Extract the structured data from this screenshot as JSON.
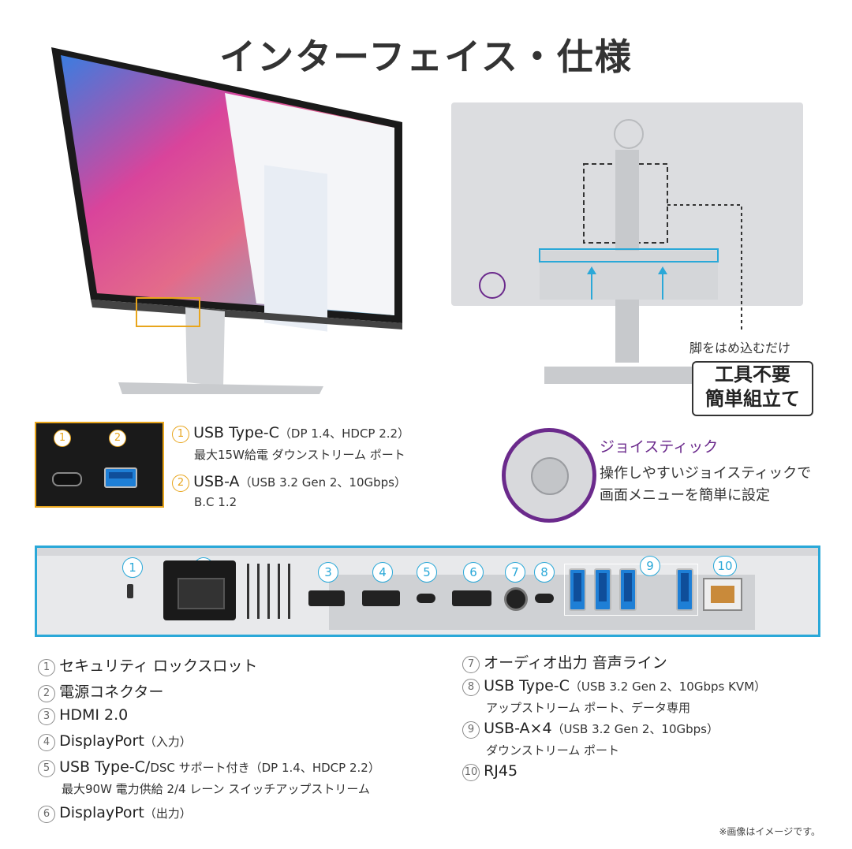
{
  "title": "インターフェイス・仕様",
  "assembly": {
    "caption": "脚をはめ込むだけ",
    "badge_line1": "工具不要",
    "badge_line2": "簡単組立て"
  },
  "front_ports": [
    {
      "num": "1",
      "name": "USB Type-C",
      "detail": "（DP 1.4、HDCP 2.2）",
      "sub": "最大15W給電 ダウンストリーム ポート"
    },
    {
      "num": "2",
      "name": "USB-A",
      "detail": "（USB 3.2 Gen 2、10Gbps）",
      "sub": "B.C 1.2"
    }
  ],
  "joystick": {
    "title": "ジョイスティック",
    "line1": "操作しやすいジョイスティックで",
    "line2": "画面メニューを簡単に設定"
  },
  "rear_panel_labels": [
    "1",
    "2",
    "3",
    "4",
    "5",
    "6",
    "7",
    "8",
    "9",
    "10"
  ],
  "specs_left": [
    {
      "num": "1",
      "name": "セキュリティ ロックスロット",
      "detail": "",
      "sub": ""
    },
    {
      "num": "2",
      "name": "電源コネクター",
      "detail": "",
      "sub": ""
    },
    {
      "num": "3",
      "name": "HDMI 2.0",
      "detail": "",
      "sub": ""
    },
    {
      "num": "4",
      "name": "DisplayPort",
      "detail": "（入力）",
      "sub": ""
    },
    {
      "num": "5",
      "name": "USB Type-C/",
      "detail": "DSC サポート付き（DP 1.4、HDCP 2.2）",
      "sub": "最大90W 電力供給 2/4 レーン スイッチアップストリーム"
    },
    {
      "num": "6",
      "name": "DisplayPort",
      "detail": "（出力）",
      "sub": ""
    }
  ],
  "specs_right": [
    {
      "num": "7",
      "name": "オーディオ出力 音声ライン",
      "detail": "",
      "sub": ""
    },
    {
      "num": "8",
      "name": "USB Type-C",
      "detail": "（USB 3.2 Gen 2、10Gbps KVM）",
      "sub": "アップストリーム ポート、データ専用"
    },
    {
      "num": "9",
      "name": "USB-A×4",
      "detail": "（USB 3.2 Gen 2、10Gbps）",
      "sub": "ダウンストリーム ポート"
    },
    {
      "num": "10",
      "name": "RJ45",
      "detail": "",
      "sub": ""
    }
  ],
  "footnote": "※画像はイメージです。",
  "colors": {
    "accent_orange": "#e8a51c",
    "accent_purple": "#6b2a8c",
    "accent_blue": "#2aa8d8"
  }
}
